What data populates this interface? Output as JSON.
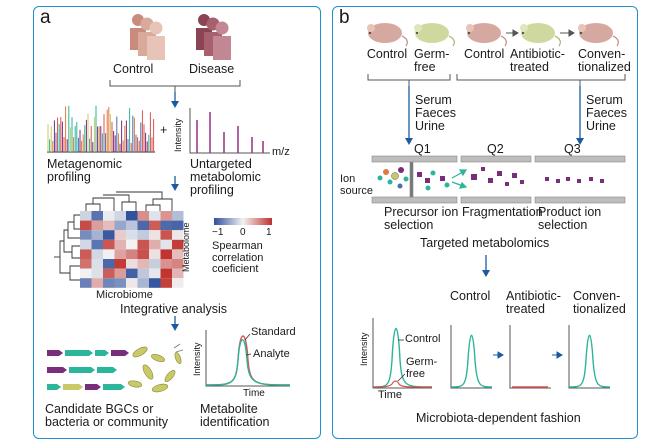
{
  "panel_a": {
    "label": "a",
    "groups": [
      "Control",
      "Disease"
    ],
    "metagenomic": "Metagenomic\nprofiling",
    "plus": "+",
    "intensity_axis": "Intensity",
    "mz_axis": "m/z",
    "untargeted": "Untargeted\nmetabolomic\nprofiling",
    "metabolome_axis": "Metabolome",
    "microbiome_axis": "Microbiome",
    "scale_ticks": [
      "−1",
      "0",
      "1"
    ],
    "scale_caption": "Spearman\ncorrelation\ncoeficient",
    "integrative": "Integrative analysis",
    "chrom_intensity": "Intensity",
    "chrom_time": "Time",
    "standard": "Standard",
    "analyte": "Analyte",
    "candidates": "Candidate BGCs or\nbacteria or community",
    "metabolite_id": "Metabolite\nidentification"
  },
  "panel_b": {
    "label": "b",
    "mouse_labels": [
      "Control",
      "Germ-\nfree",
      "Control",
      "Antibiotic-\ntreated",
      "Conven-\ntionalized"
    ],
    "samples_left": "Serum\nFaeces\nUrine",
    "samples_right": "Serum\nFaeces\nUrine",
    "quads": [
      "Q1",
      "Q2",
      "Q3"
    ],
    "ion_source": "Ion\nsource",
    "stages": [
      "Precursor ion\nselection",
      "Fragmentation",
      "Product ion\nselection"
    ],
    "targeted": "Targeted metabolomics",
    "plot_intensity": "Intensity",
    "plot_time": "Time",
    "control_curve": "Control",
    "germfree_curve": "Germ-\nfree",
    "col_labels": [
      "Control",
      "Antibiotic-\ntreated",
      "Conven-\ntionalized"
    ],
    "fashion": "Microbiota-dependent fashion"
  },
  "colors": {
    "frame": "#1f8fce",
    "teal": "#2bb59a",
    "purple": "#7a2d7a",
    "orange": "#e07a3a",
    "red": "#d9534f",
    "blue": "#4a6fb5",
    "control_person": "#d9a99a",
    "disease_person": "#a6606e",
    "mouse": "#d6a9a0",
    "germfree_mouse": "#cfd99f"
  }
}
